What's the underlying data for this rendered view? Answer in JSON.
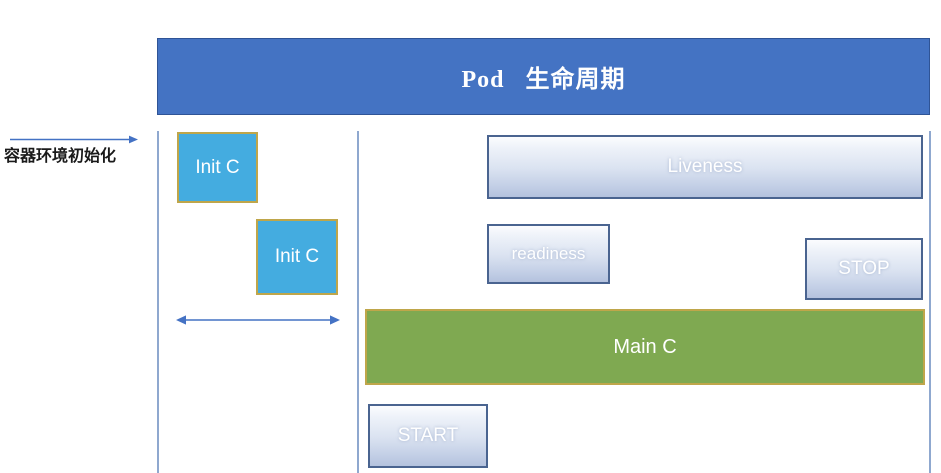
{
  "header": {
    "title": "Pod   生命周期"
  },
  "colors": {
    "header_bg": "#4473c3",
    "init_box_fill": "#44ace0",
    "init_box_border": "#bfa64a",
    "main_container_fill": "#7fa951",
    "main_container_border": "#bfa64a",
    "probe_box_border": "#4a6490",
    "arrow": "#4472c4",
    "divider": "#8fa8cf"
  },
  "left_panel": {
    "label": "容器环境初始化",
    "arrow_icon": "arrow-right-icon"
  },
  "init_section": {
    "containers": [
      {
        "label": "Init C"
      },
      {
        "label": "Init C"
      }
    ],
    "span_arrow_icon": "double-arrow-horizontal-icon"
  },
  "main_section": {
    "probes": [
      {
        "label": "Liveness"
      },
      {
        "label": "readiness"
      }
    ],
    "hooks": [
      {
        "label": "STOP"
      },
      {
        "label": "START"
      }
    ],
    "main_container": {
      "label": "Main C"
    }
  }
}
